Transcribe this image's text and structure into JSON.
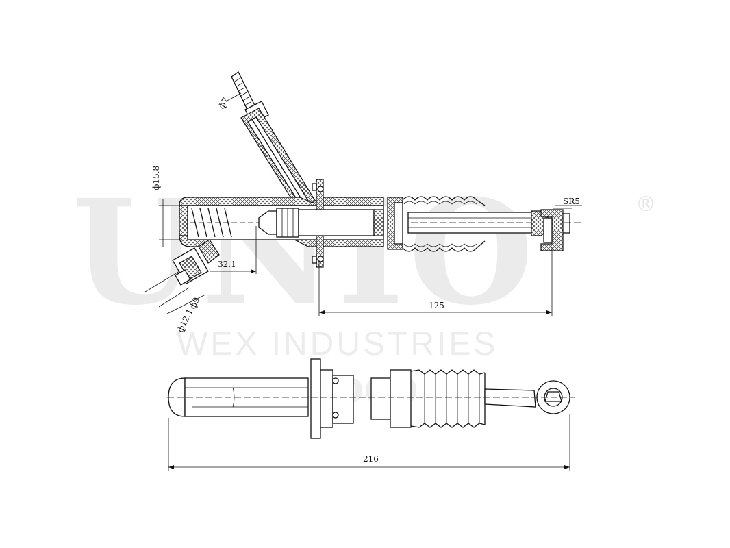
{
  "watermark": {
    "brand_letters": "UNIO",
    "registered": "®",
    "subtitle": "WEX INDUSTRIES",
    "overlay_brand": "aocp"
  },
  "dimensions": {
    "phi7": "ф7",
    "phi15_8": "ф15.8",
    "length_32_1": "32.1",
    "phi9": "ф9",
    "phi12_1": "ф12.1",
    "length_125": "125",
    "sr5": "SR5",
    "length_216": "216"
  },
  "colors": {
    "line": "#111111",
    "watermark": "#ebebeb",
    "background": "#ffffff"
  }
}
